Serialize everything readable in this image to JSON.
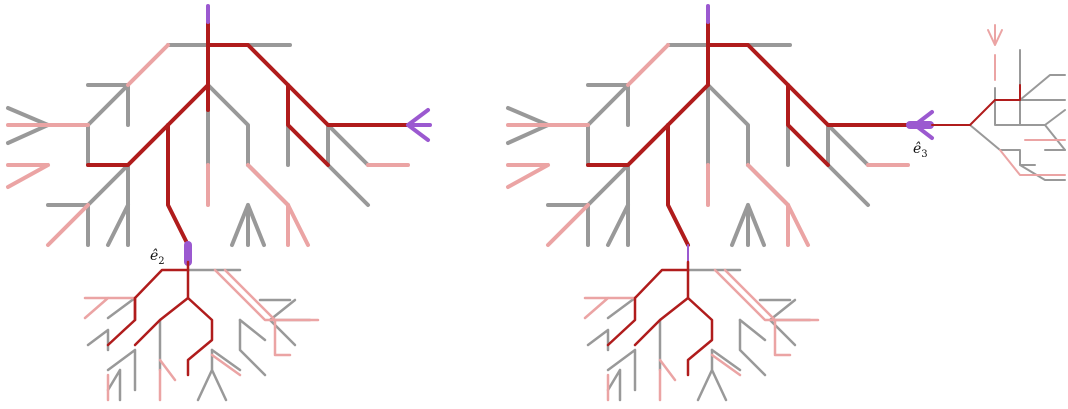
{
  "colors": {
    "gray": "#999999",
    "red": "#b01c1c",
    "pink": "#eba4a4",
    "purple": "#9b59d0",
    "background": "#ffffff"
  },
  "labels": {
    "left_edge": {
      "base": "ê",
      "sub": "2"
    },
    "right_edge": {
      "base": "ê",
      "sub": "3"
    }
  },
  "panels": [
    "left",
    "right"
  ]
}
